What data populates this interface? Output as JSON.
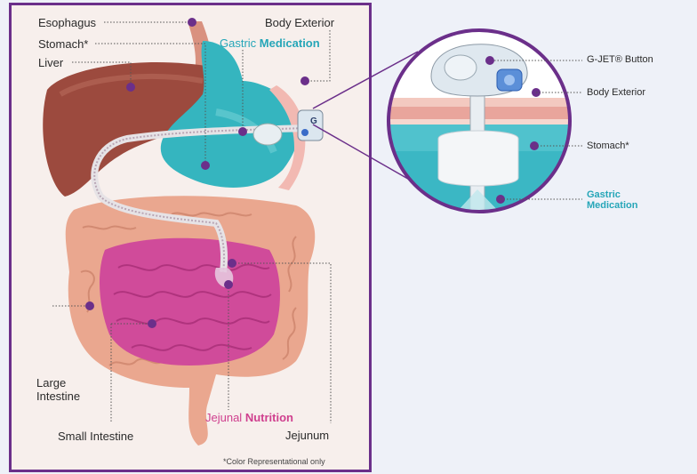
{
  "labels": {
    "esophagus": "Esophagus",
    "stomach": "Stomach*",
    "liver": "Liver",
    "body_exterior": "Body Exterior",
    "gastric_word": "Gastric",
    "medication_word": "Medication",
    "large_intestine_1": "Large",
    "large_intestine_2": "Intestine",
    "small_intestine": "Small Intestine",
    "jejunal_word": "Jejunal",
    "nutrition_word": "Nutrition",
    "jejunum": "Jejunum",
    "footnote": "*Color Representational only"
  },
  "callout": {
    "gjet_button": "G-JET® Button",
    "body_exterior": "Body Exterior",
    "stomach": "Stomach*",
    "gastric": "Gastric",
    "medication": "Medication",
    "device_text": "G"
  },
  "colors": {
    "accent_purple": "#6b2f8a",
    "teal": "#26a6b8",
    "pink": "#cf3f8e",
    "liver": "#9c4a3e",
    "intestine_large": "#e9a98f",
    "intestine_small": "#d4489b"
  }
}
